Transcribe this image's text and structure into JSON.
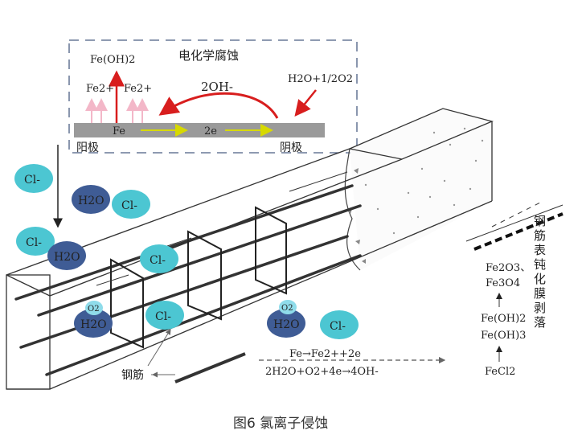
{
  "inset": {
    "title": "电化学腐蚀",
    "fe_oh_2": "Fe(OH)2",
    "fe2_left": "Fe2+",
    "fe2_right": "Fe2+",
    "hydroxide": "2OH-",
    "oxygen_reaction": "H2O+1/2O2",
    "iron": "Fe",
    "electrons": "2e",
    "anode": "阳极",
    "cathode": "阴极"
  },
  "molecules": {
    "cl_1": "Cl-",
    "h2o_1": "H2O",
    "cl_2": "Cl-",
    "cl_3": "Cl-",
    "h2o_2": "H2O",
    "cl_4": "Cl-",
    "o2_1": "O2",
    "h2o_3": "H2O",
    "cl_5": "Cl-",
    "o2_2": "O2",
    "h2o_4": "H2O",
    "cl_6": "Cl-"
  },
  "reactions": {
    "anodic": "Fe→Fe2++2e",
    "cathodic": "2H2O+O2+4e→4OH-"
  },
  "rebar_label": "钢筋",
  "passivation": {
    "label": "钢筋表钝化膜剥落",
    "fe2o3": "Fe2O3、",
    "fe3o4": "Fe3O4",
    "fe_oh_2": "Fe(OH)2",
    "fe_oh_3": "Fe(OH)3",
    "fecl2": "FeCl2"
  },
  "caption": "图6  氯离子侵蚀",
  "colors": {
    "cl_ion": "#4cc6d2",
    "water": "#3f5c95",
    "oxygen": "#8fdcea",
    "red_arrow": "#d81e1e",
    "yellow_arrow": "#d7d900"
  }
}
